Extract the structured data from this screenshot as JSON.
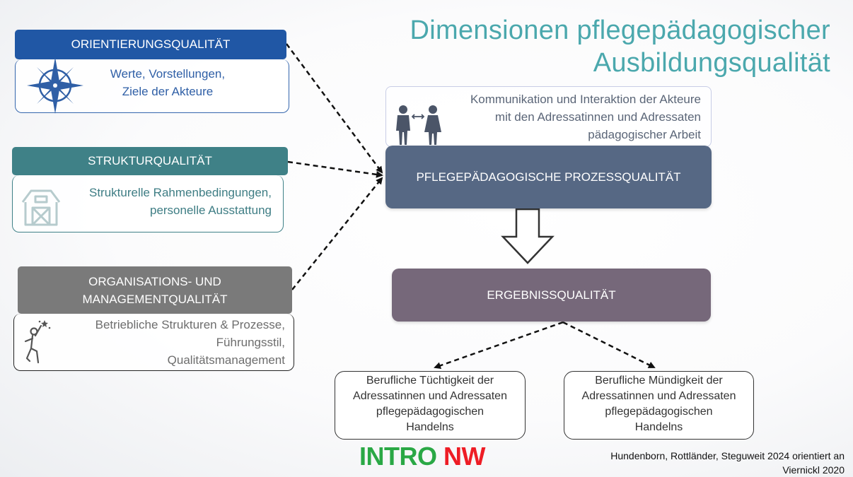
{
  "title": [
    "Dimensionen pflegepädagogischer",
    "Ausbildungsqualität"
  ],
  "orientierung": {
    "header": "ORIENTIERUNGSQUALITÄT",
    "desc": [
      "Werte, Vorstellungen,",
      "Ziele der Akteure"
    ],
    "icon": "compass-icon"
  },
  "struktur": {
    "header": "STRUKTURQUALITÄT",
    "desc": [
      "Strukturelle Rahmenbedingungen,",
      "personelle Ausstattung"
    ],
    "icon": "barn-icon"
  },
  "organisation": {
    "header": [
      "ORGANISATIONS-  UND",
      "MANAGEMENTQUALITÄT"
    ],
    "desc": [
      "Betriebliche Strukturen & Prozesse,",
      "Führungsstil,",
      "Qualitätsmanagement"
    ],
    "icon": "reaching-star-person-icon"
  },
  "kommunikation": {
    "desc": [
      "Kommunikation und Interaktion der Akteure",
      "mit den Adressatinnen und Adressaten",
      "pädagogischer Arbeit"
    ],
    "icon": "two-people-interaction-icon"
  },
  "prozess": {
    "label": "PFLEGEPÄDAGOGISCHE PROZESSQUALITÄT"
  },
  "ergebnis": {
    "label": "ERGEBNISSQUALITÄT"
  },
  "results": [
    {
      "lines": [
        "Berufliche Tüchtigkeit der",
        "Adressatinnen und Adressaten",
        "pflegepädagogischen",
        "Handelns"
      ]
    },
    {
      "lines": [
        "Berufliche Mündigkeit der",
        "Adressatinnen und Adressaten",
        "pflegepädagogischen",
        "Handelns"
      ]
    }
  ],
  "logo": {
    "intro": "INTRO",
    "nw": "NW",
    "intro_color": "#2aa845",
    "nw_color": "#ee1c25"
  },
  "citation": [
    "Hundenborn, Rottländer, Steguweit 2024 orientiert an",
    "Viernickl 2020"
  ],
  "colors": {
    "orientierung": "#2057a5",
    "struktur": "#3f8187",
    "organisation": "#7a7a7a",
    "prozess": "#566884",
    "ergebnis": "#76687a",
    "title": "#4ba8ad"
  }
}
